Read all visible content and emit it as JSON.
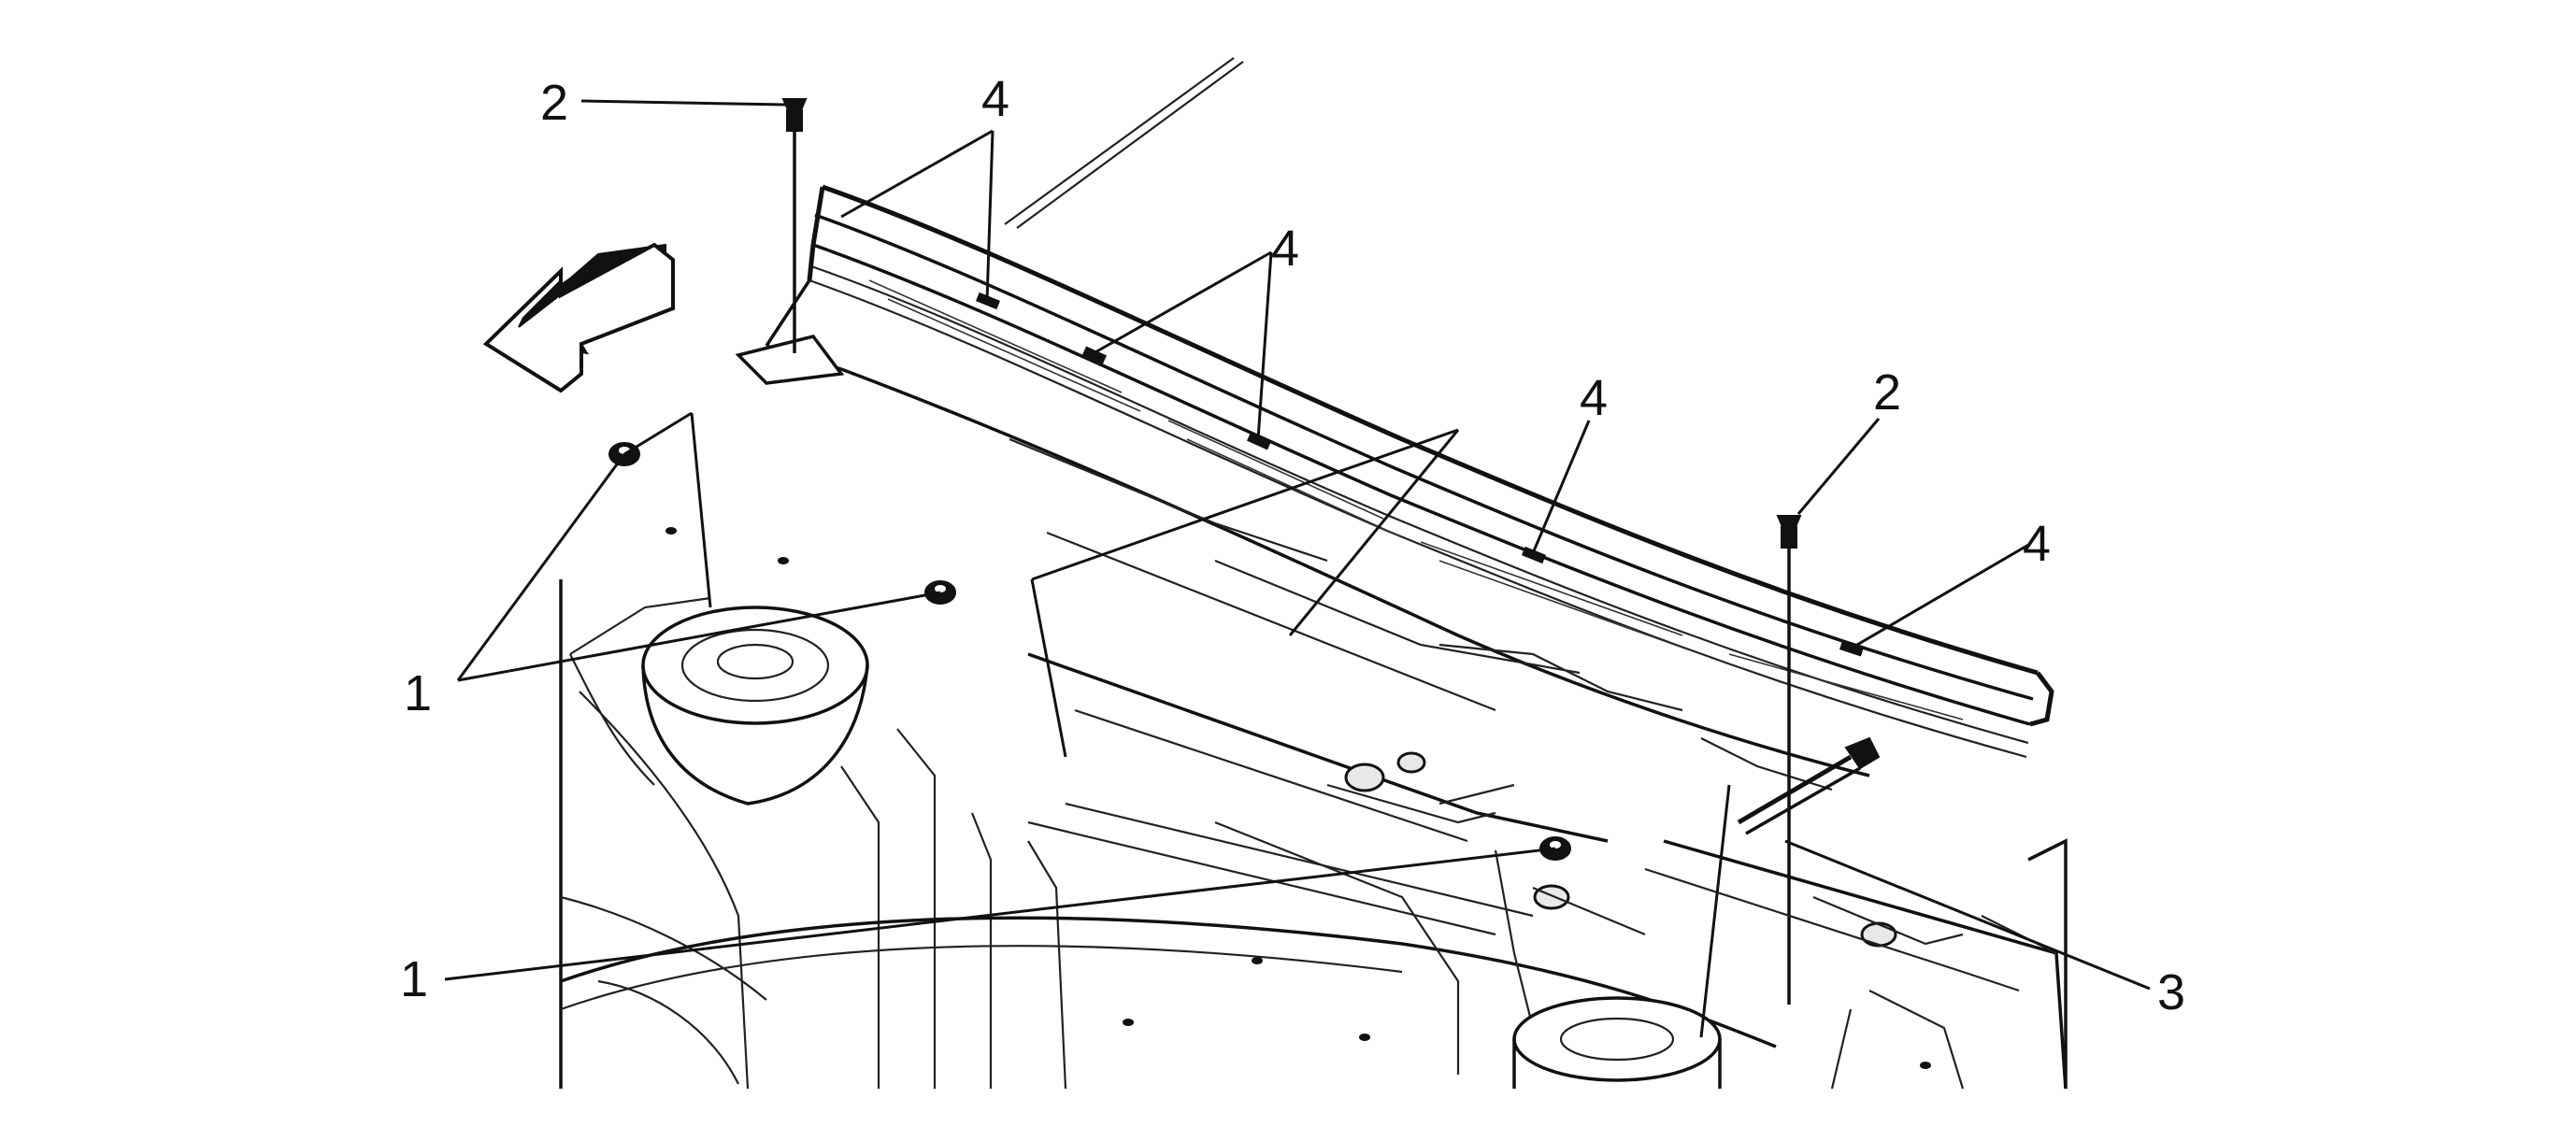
{
  "figure": {
    "callouts": [
      {
        "id": "c1a",
        "text": "1"
      },
      {
        "id": "c1b",
        "text": "1"
      },
      {
        "id": "c2a",
        "text": "2"
      },
      {
        "id": "c2b",
        "text": "2"
      },
      {
        "id": "c3",
        "text": "3"
      },
      {
        "id": "c4a",
        "text": "4"
      },
      {
        "id": "c4b",
        "text": "4"
      },
      {
        "id": "c4c",
        "text": "4"
      },
      {
        "id": "c4d",
        "text": "4"
      }
    ]
  }
}
